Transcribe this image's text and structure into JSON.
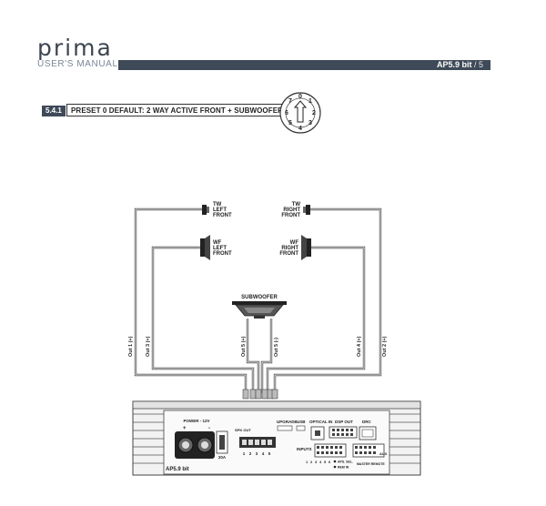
{
  "header": {
    "brand": "prima",
    "subtitle": "USER'S MANUAL",
    "model": "AP5.9 bit",
    "page": "/ 5"
  },
  "section": {
    "number": "5.4.1",
    "title": "PRESET 0 DEFAULT: 2 WAY ACTIVE FRONT + SUBWOOFER"
  },
  "rotary_switch": {
    "positions": [
      "0",
      "1",
      "2",
      "3",
      "4",
      "5",
      "6",
      "7"
    ],
    "selected": "0"
  },
  "speakers": {
    "tw_left": [
      "TW",
      "LEFT",
      "FRONT"
    ],
    "wf_left": [
      "WF",
      "LEFT",
      "FRONT"
    ],
    "tw_right": [
      "TW",
      "RIGHT",
      "FRONT"
    ],
    "wf_right": [
      "WF",
      "RIGHT",
      "FRONT"
    ],
    "subwoofer": "SUBWOOFER"
  },
  "outputs": {
    "out1": "Out 1 (+)",
    "out3": "Out 3 (+)",
    "out5p": "Out 5 (+)",
    "out5m": "Out 5 (-)",
    "out4": "Out 4 (+)",
    "out2": "Out 2 (+)"
  },
  "amplifier": {
    "power_label": "POWER - 12V",
    "plus": "+",
    "minus": "-",
    "fuse": "20A",
    "spk_out": "SPK OUT",
    "terminal_numbers": [
      "1",
      "2",
      "3",
      "4",
      "5"
    ],
    "upgrade": "UPGRADE",
    "usb": "USB",
    "optical_in": "OPTICAL IN",
    "dsp_out": "DSP OUT",
    "drc": "DRC",
    "inputs": "INPUTS",
    "input_numbers": [
      "1",
      "2",
      "3",
      "4",
      "5",
      "6"
    ],
    "aux": "AUX",
    "legend_1": "APS. SEL.",
    "legend_2": "REM IN",
    "master_remote": "MASTER REMOTE",
    "model": "AP5.9 bit"
  }
}
